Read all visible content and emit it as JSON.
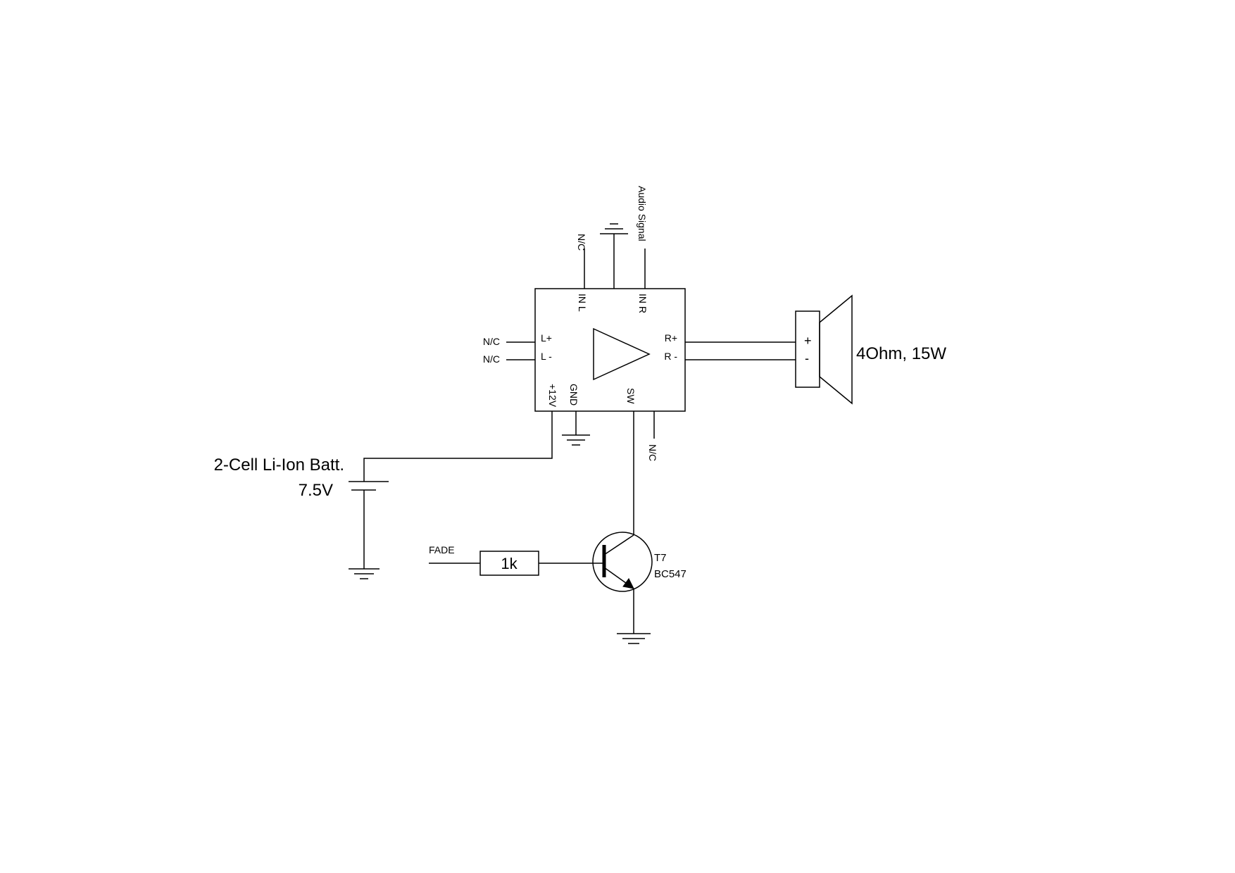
{
  "amplifier": {
    "pin_in_l": "IN L",
    "pin_in_r": "IN R",
    "pin_l_plus": "L+",
    "pin_l_minus": "L -",
    "pin_r_plus": "R+",
    "pin_r_minus": "R -",
    "pin_12v": "+12V",
    "pin_gnd": "GND",
    "pin_sw": "SW"
  },
  "nc_labels": {
    "in_l": "N/C",
    "l_plus": "N/C",
    "l_minus": "N/C",
    "sw_side": "N/C"
  },
  "audio_signal": "Audio Signal",
  "speaker": {
    "label": "4Ohm, 15W",
    "plus": "+",
    "minus": "-"
  },
  "battery": {
    "label": "2-Cell Li-Ion Batt.",
    "voltage": "7.5V"
  },
  "resistor": {
    "value": "1k",
    "input_label": "FADE"
  },
  "transistor": {
    "ref": "T7",
    "part": "BC547"
  }
}
